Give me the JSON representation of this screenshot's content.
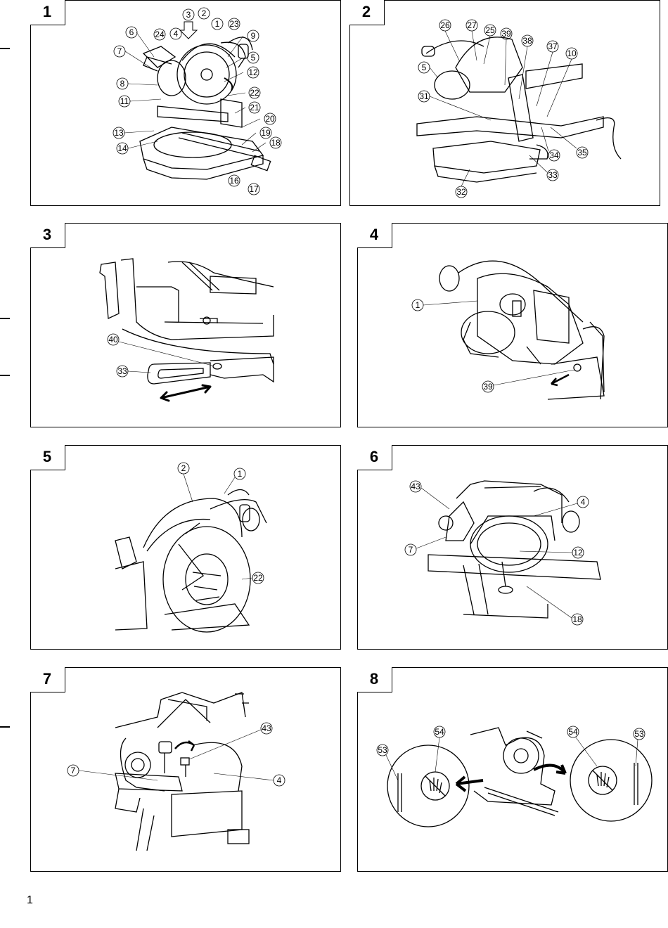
{
  "page_number": "1",
  "figures": [
    {
      "number": "1",
      "callouts": [
        "1",
        "2",
        "3",
        "4",
        "5",
        "6",
        "7",
        "8",
        "9",
        "11",
        "12",
        "13",
        "14",
        "16",
        "17",
        "18",
        "19",
        "20",
        "21",
        "22",
        "23",
        "24"
      ]
    },
    {
      "number": "2",
      "callouts": [
        "5",
        "10",
        "25",
        "26",
        "27",
        "31",
        "32",
        "33",
        "34",
        "35",
        "37",
        "38",
        "39"
      ]
    },
    {
      "number": "3",
      "callouts": [
        "33",
        "40"
      ]
    },
    {
      "number": "4",
      "callouts": [
        "1",
        "39"
      ]
    },
    {
      "number": "5",
      "callouts": [
        "1",
        "2",
        "22"
      ]
    },
    {
      "number": "6",
      "callouts": [
        "4",
        "7",
        "12",
        "18",
        "43"
      ]
    },
    {
      "number": "7",
      "callouts": [
        "4",
        "7",
        "43"
      ]
    },
    {
      "number": "8",
      "callouts": [
        "53",
        "54",
        "54",
        "53"
      ]
    }
  ]
}
